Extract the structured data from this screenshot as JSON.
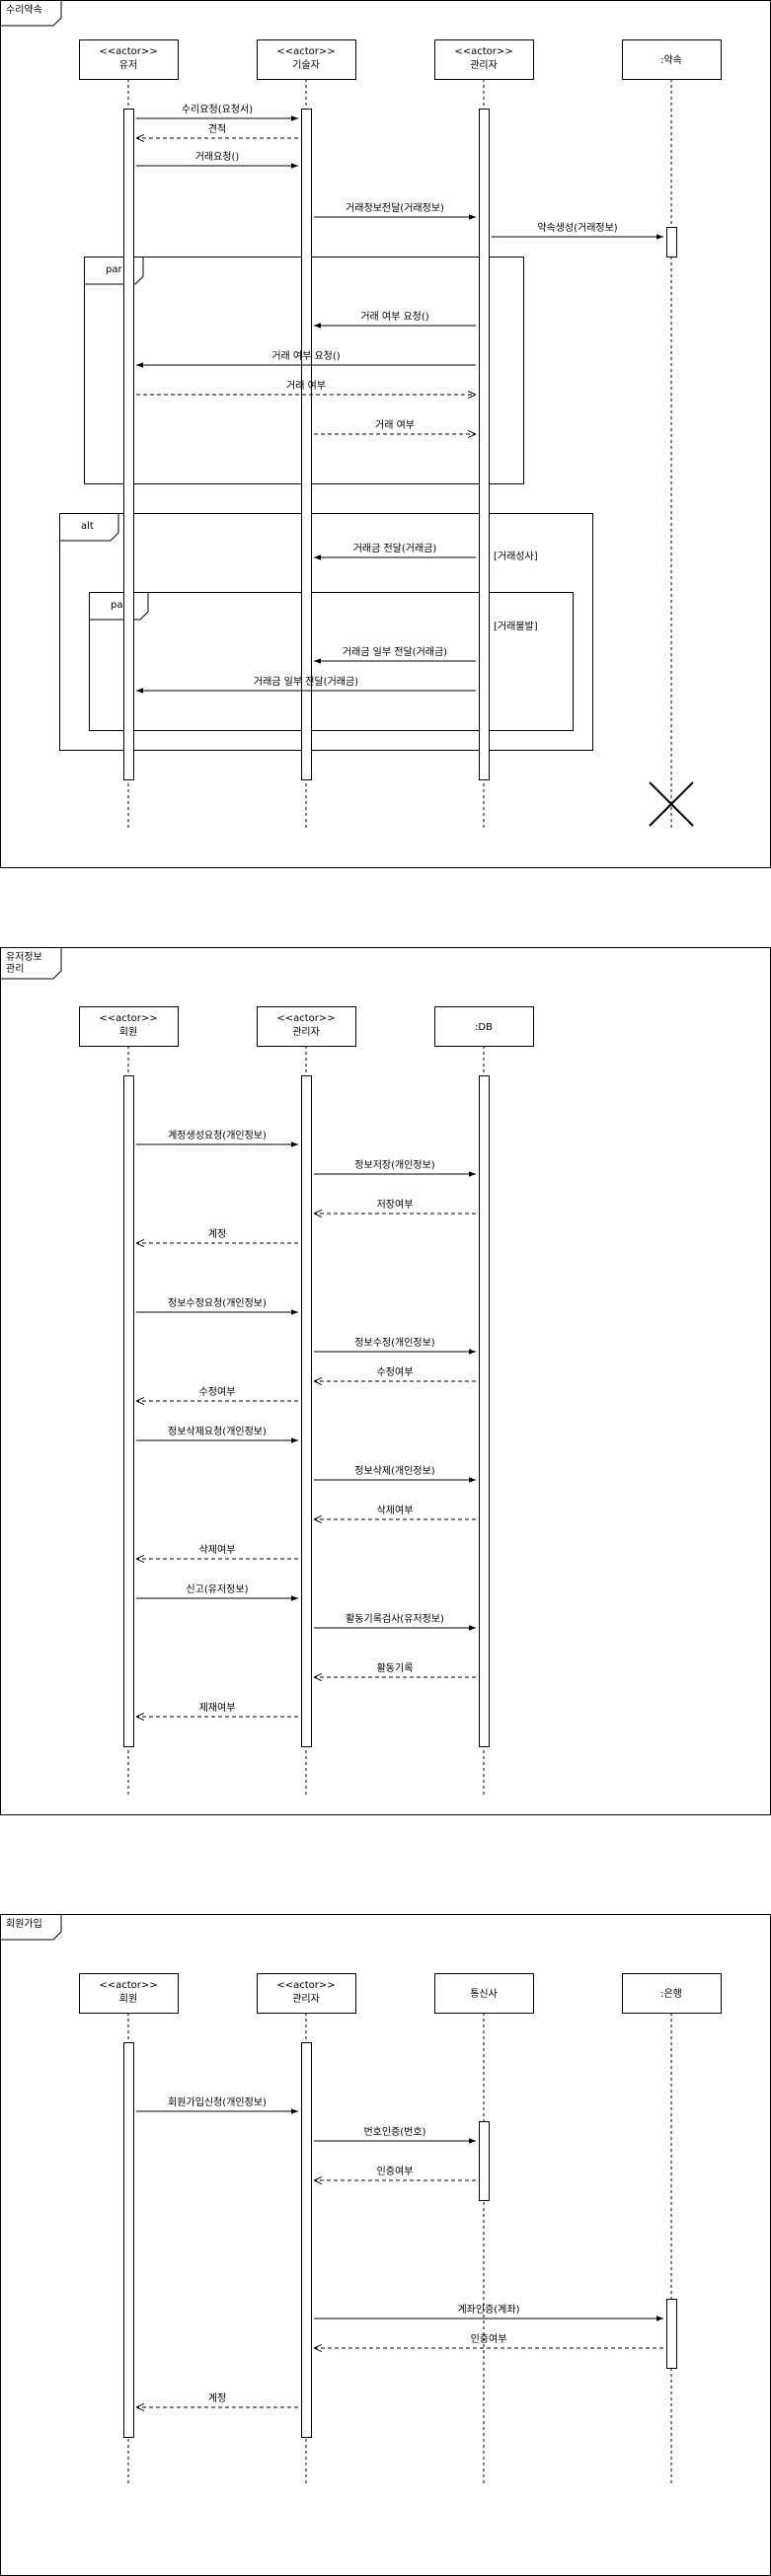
{
  "frames": [
    {
      "id": "contract",
      "title": "수리약속",
      "participants": [
        {
          "stereo": "<<actor>>",
          "name": "유저"
        },
        {
          "stereo": "<<actor>>",
          "name": "기술자"
        },
        {
          "stereo": "<<actor>>",
          "name": "관리자"
        },
        {
          "stereo": "",
          "name": ":약속"
        }
      ],
      "messages": [
        {
          "label": "수리요청(요청서)"
        },
        {
          "label": "견적"
        },
        {
          "label": "거래요청()"
        },
        {
          "label": "거래정보전달(거래정보)"
        },
        {
          "label": "약속생성(거래정보)"
        },
        {
          "label": "거래 여부 요청()"
        },
        {
          "label": "거래 여부 요청()"
        },
        {
          "label": "거래 여부"
        },
        {
          "label": "거래 여부"
        },
        {
          "label": "거래금 전달(거래금)"
        },
        {
          "label": "거래금 일부 전달(거래금)"
        },
        {
          "label": "거래금 일부 전달(거래금)"
        }
      ],
      "fragments": [
        {
          "keyword": "par"
        },
        {
          "keyword": "alt"
        },
        {
          "keyword": "par"
        }
      ],
      "guards": [
        "[거래성사]",
        "[거래불발]"
      ]
    },
    {
      "id": "user-info",
      "title": "유저정보\n관리",
      "participants": [
        {
          "stereo": "<<actor>>",
          "name": "회원"
        },
        {
          "stereo": "<<actor>>",
          "name": "관리자"
        },
        {
          "stereo": "",
          "name": ":DB"
        }
      ],
      "messages": [
        {
          "label": "계정생성요청(개인정보)"
        },
        {
          "label": "정보저장(개인정보)"
        },
        {
          "label": "저장여부"
        },
        {
          "label": "계정"
        },
        {
          "label": "정보수정요청(개인정보)"
        },
        {
          "label": "정보수정(개인정보)"
        },
        {
          "label": "수정여부"
        },
        {
          "label": "수정여부"
        },
        {
          "label": "정보삭제요청(개인정보)"
        },
        {
          "label": "정보삭제(개인정보)"
        },
        {
          "label": "삭제여부"
        },
        {
          "label": "삭제여부"
        },
        {
          "label": "신고(유저정보)"
        },
        {
          "label": "활동기록검사(유저정보)"
        },
        {
          "label": "활동기록"
        },
        {
          "label": "제재여부"
        }
      ],
      "fragments": [],
      "guards": []
    },
    {
      "id": "signup",
      "title": "회원가입",
      "participants": [
        {
          "stereo": "<<actor>>",
          "name": "회원"
        },
        {
          "stereo": "<<actor>>",
          "name": "관리자"
        },
        {
          "stereo": "",
          "name": "통신사"
        },
        {
          "stereo": "",
          "name": ":은행"
        }
      ],
      "messages": [
        {
          "label": "회원가입신청(개인정보)"
        },
        {
          "label": "번호인증(번호)"
        },
        {
          "label": "인증여부"
        },
        {
          "label": "계좌인증(계좌)"
        },
        {
          "label": "인증여부"
        },
        {
          "label": "계정"
        }
      ],
      "fragments": [],
      "guards": []
    }
  ]
}
